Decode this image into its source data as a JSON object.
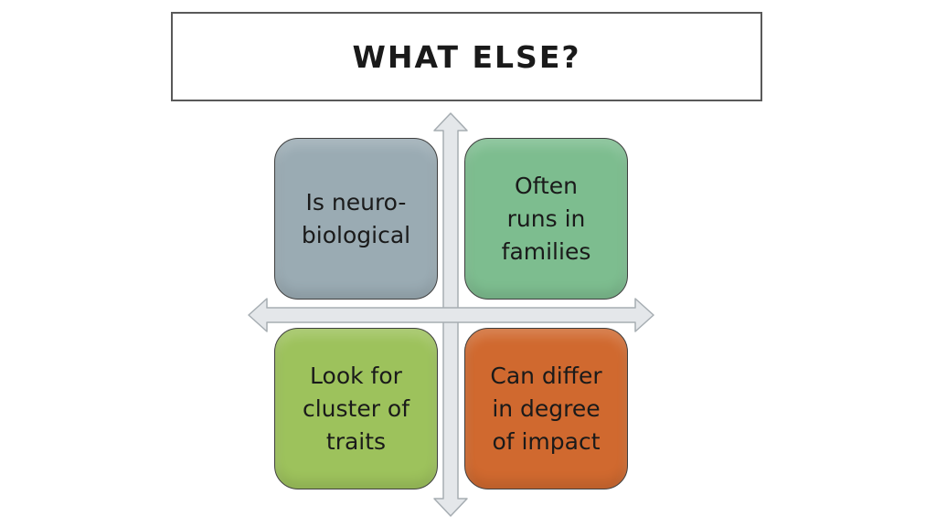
{
  "slide": {
    "title": "WHAT ELSE?"
  },
  "quadrants": {
    "top_left": "Is neuro-\nbiological",
    "top_right": "Often\nruns in\nfamilies",
    "bottom_left": "Look for\ncluster of\ntraits",
    "bottom_right": "Can differ\nin degree\nof impact"
  },
  "colors": {
    "top_left": "#9aabb3",
    "top_right": "#7dbd8f",
    "bottom_left": "#9dc25c",
    "bottom_right": "#d0692f",
    "arrow_fill": "#e4e7ea",
    "arrow_stroke": "#a6adb2"
  }
}
